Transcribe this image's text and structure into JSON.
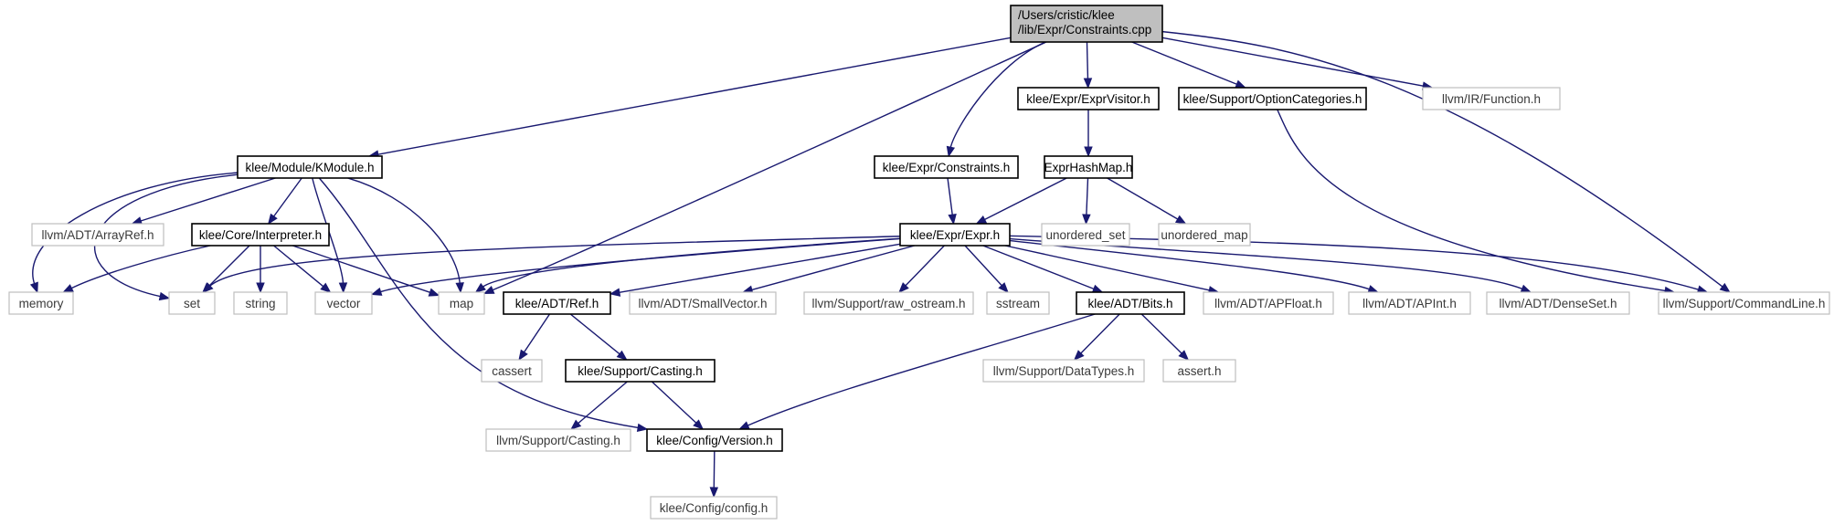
{
  "colors": {
    "edge": "#191970",
    "root_fill": "#bfbfbf",
    "doc_border": "#000000",
    "ext_border": "#bfbfbf"
  },
  "nodes": {
    "constraints_cpp": {
      "lines": [
        "/Users/cristic/klee",
        "/lib/Expr/Constraints.cpp"
      ],
      "kind": "root"
    },
    "kmodule_h": {
      "lines": [
        "klee/Module/KModule.h"
      ],
      "kind": "doc"
    },
    "expr_constraints_h": {
      "lines": [
        "klee/Expr/Constraints.h"
      ],
      "kind": "doc"
    },
    "exprvisitor_h": {
      "lines": [
        "klee/Expr/ExprVisitor.h"
      ],
      "kind": "doc"
    },
    "optioncategories_h": {
      "lines": [
        "klee/Support/OptionCategories.h"
      ],
      "kind": "doc"
    },
    "function_h": {
      "lines": [
        "llvm/IR/Function.h"
      ],
      "kind": "ext"
    },
    "arrayref_h": {
      "lines": [
        "llvm/ADT/ArrayRef.h"
      ],
      "kind": "ext"
    },
    "interpreter_h": {
      "lines": [
        "klee/Core/Interpreter.h"
      ],
      "kind": "doc"
    },
    "exprhashmap_h": {
      "lines": [
        "ExprHashMap.h"
      ],
      "kind": "doc"
    },
    "expr_h": {
      "lines": [
        "klee/Expr/Expr.h"
      ],
      "kind": "doc"
    },
    "unordered_set": {
      "lines": [
        "unordered_set"
      ],
      "kind": "ext"
    },
    "unordered_map": {
      "lines": [
        "unordered_map"
      ],
      "kind": "ext"
    },
    "memory": {
      "lines": [
        "memory"
      ],
      "kind": "ext"
    },
    "set": {
      "lines": [
        "set"
      ],
      "kind": "ext"
    },
    "string": {
      "lines": [
        "string"
      ],
      "kind": "ext"
    },
    "vector": {
      "lines": [
        "vector"
      ],
      "kind": "ext"
    },
    "map": {
      "lines": [
        "map"
      ],
      "kind": "ext"
    },
    "ref_h": {
      "lines": [
        "klee/ADT/Ref.h"
      ],
      "kind": "doc"
    },
    "smallvector_h": {
      "lines": [
        "llvm/ADT/SmallVector.h"
      ],
      "kind": "ext"
    },
    "raw_ostream_h": {
      "lines": [
        "llvm/Support/raw_ostream.h"
      ],
      "kind": "ext"
    },
    "sstream": {
      "lines": [
        "sstream"
      ],
      "kind": "ext"
    },
    "bits_h": {
      "lines": [
        "klee/ADT/Bits.h"
      ],
      "kind": "doc"
    },
    "apfloat_h": {
      "lines": [
        "llvm/ADT/APFloat.h"
      ],
      "kind": "ext"
    },
    "apint_h": {
      "lines": [
        "llvm/ADT/APInt.h"
      ],
      "kind": "ext"
    },
    "denseset_h": {
      "lines": [
        "llvm/ADT/DenseSet.h"
      ],
      "kind": "ext"
    },
    "commandline_h": {
      "lines": [
        "llvm/Support/CommandLine.h"
      ],
      "kind": "ext"
    },
    "cassert": {
      "lines": [
        "cassert"
      ],
      "kind": "ext"
    },
    "support_casting_h": {
      "lines": [
        "klee/Support/Casting.h"
      ],
      "kind": "doc"
    },
    "datatypes_h": {
      "lines": [
        "llvm/Support/DataTypes.h"
      ],
      "kind": "ext"
    },
    "assert_h": {
      "lines": [
        "assert.h"
      ],
      "kind": "ext"
    },
    "llvm_casting_h": {
      "lines": [
        "llvm/Support/Casting.h"
      ],
      "kind": "ext"
    },
    "version_h": {
      "lines": [
        "klee/Config/Version.h"
      ],
      "kind": "doc"
    },
    "config_h": {
      "lines": [
        "klee/Config/config.h"
      ],
      "kind": "ext"
    }
  },
  "edges": [
    [
      "constraints_cpp",
      "kmodule_h"
    ],
    [
      "constraints_cpp",
      "map"
    ],
    [
      "constraints_cpp",
      "expr_constraints_h"
    ],
    [
      "constraints_cpp",
      "exprvisitor_h"
    ],
    [
      "constraints_cpp",
      "optioncategories_h"
    ],
    [
      "constraints_cpp",
      "commandline_h"
    ],
    [
      "constraints_cpp",
      "function_h"
    ],
    [
      "kmodule_h",
      "arrayref_h"
    ],
    [
      "kmodule_h",
      "interpreter_h"
    ],
    [
      "kmodule_h",
      "memory"
    ],
    [
      "kmodule_h",
      "set"
    ],
    [
      "kmodule_h",
      "vector"
    ],
    [
      "kmodule_h",
      "map"
    ],
    [
      "kmodule_h",
      "version_h"
    ],
    [
      "interpreter_h",
      "memory"
    ],
    [
      "interpreter_h",
      "set"
    ],
    [
      "interpreter_h",
      "string"
    ],
    [
      "interpreter_h",
      "vector"
    ],
    [
      "interpreter_h",
      "map"
    ],
    [
      "expr_constraints_h",
      "expr_h"
    ],
    [
      "exprvisitor_h",
      "exprhashmap_h"
    ],
    [
      "exprhashmap_h",
      "expr_h"
    ],
    [
      "exprhashmap_h",
      "unordered_set"
    ],
    [
      "exprhashmap_h",
      "unordered_map"
    ],
    [
      "optioncategories_h",
      "commandline_h"
    ],
    [
      "expr_h",
      "set"
    ],
    [
      "expr_h",
      "vector"
    ],
    [
      "expr_h",
      "map"
    ],
    [
      "expr_h",
      "ref_h"
    ],
    [
      "expr_h",
      "smallvector_h"
    ],
    [
      "expr_h",
      "raw_ostream_h"
    ],
    [
      "expr_h",
      "sstream"
    ],
    [
      "expr_h",
      "bits_h"
    ],
    [
      "expr_h",
      "apfloat_h"
    ],
    [
      "expr_h",
      "apint_h"
    ],
    [
      "expr_h",
      "denseset_h"
    ],
    [
      "expr_h",
      "commandline_h"
    ],
    [
      "ref_h",
      "cassert"
    ],
    [
      "ref_h",
      "support_casting_h"
    ],
    [
      "bits_h",
      "datatypes_h"
    ],
    [
      "bits_h",
      "assert_h"
    ],
    [
      "bits_h",
      "version_h"
    ],
    [
      "support_casting_h",
      "llvm_casting_h"
    ],
    [
      "support_casting_h",
      "version_h"
    ],
    [
      "version_h",
      "config_h"
    ]
  ]
}
